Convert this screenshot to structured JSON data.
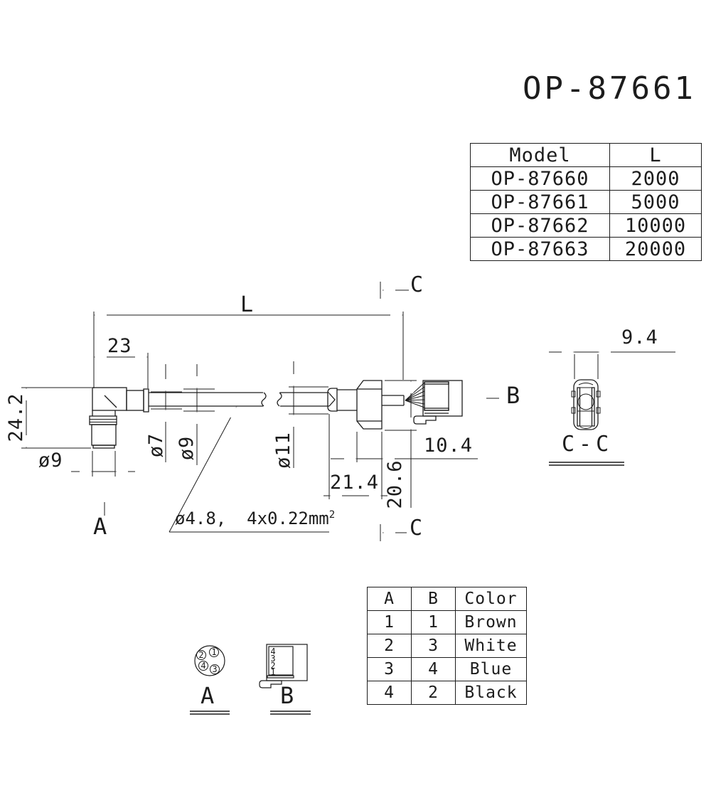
{
  "title": "OP-87661",
  "model_table": {
    "headers": [
      "Model",
      "L"
    ],
    "rows": [
      [
        "OP-87660",
        "2000"
      ],
      [
        "OP-87661",
        "5000"
      ],
      [
        "OP-87662",
        "10000"
      ],
      [
        "OP-87663",
        "20000"
      ]
    ]
  },
  "wiring_table": {
    "headers": [
      "A",
      "B",
      "Color"
    ],
    "rows": [
      [
        "1",
        "1",
        "Brown"
      ],
      [
        "2",
        "3",
        "White"
      ],
      [
        "3",
        "4",
        "Blue"
      ],
      [
        "4",
        "2",
        "Black"
      ]
    ]
  },
  "dimensions": {
    "overall_length": "L",
    "left_connector_body": "23",
    "left_connector_height": "24.2",
    "left_connector_dia": "ø9",
    "ferrule_dia": "ø7",
    "boot_dia": "ø9",
    "bend_protector_dia": "ø11",
    "right_connector_length": "21.4",
    "right_connector_height": "20.6",
    "nut_length": "10.4",
    "section_width": "9.4",
    "cable_note": "ø4.8,  4x0.22mm",
    "cable_note_sup": "2"
  },
  "markers": {
    "section_top": "C",
    "section_bottom": "C",
    "view_a_arrow": "A",
    "view_b_arrow": "B",
    "section_view_label": "C-C",
    "view_a_label": "A",
    "view_b_label": "B"
  },
  "view_a_pins": [
    "1",
    "2",
    "4",
    "3"
  ],
  "view_b_pins": [
    "4",
    "3",
    "2",
    "1"
  ]
}
